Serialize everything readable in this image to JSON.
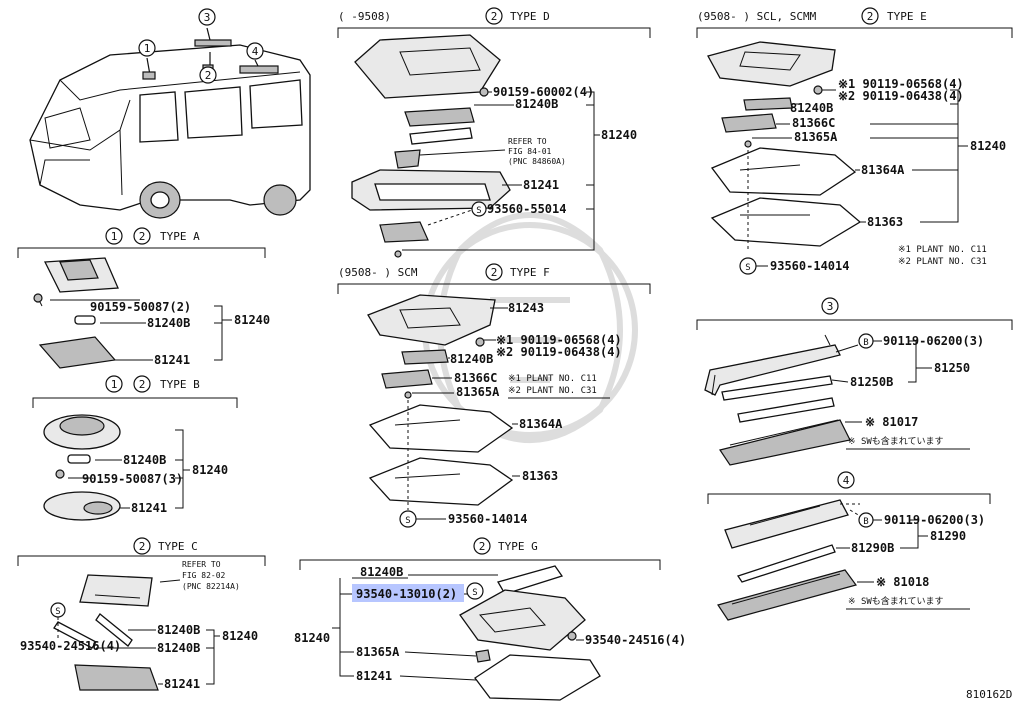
{
  "footer_code": "810162D",
  "markers": {
    "one": "1",
    "two": "2",
    "three": "3",
    "four": "4",
    "s": "S",
    "b": "B"
  },
  "vehicle": {
    "callouts": [
      "1",
      "2",
      "3",
      "4"
    ]
  },
  "type_a": {
    "title": "TYPE A",
    "labels": [
      "90159-50087(2)",
      "81240B",
      "81241",
      "81240"
    ]
  },
  "type_b": {
    "title": "TYPE B",
    "labels": [
      "81240B",
      "90159-50087(3)",
      "81241",
      "81240"
    ]
  },
  "type_c": {
    "title": "TYPE C",
    "refer": [
      "REFER TO",
      "FIG 82-02",
      "(PNC 82214A)"
    ],
    "labels": [
      "93540-24516(4)",
      "81240B",
      "81240B",
      "81241",
      "81240"
    ]
  },
  "type_d": {
    "range": "(      -9508)",
    "title": "TYPE D",
    "refer": [
      "REFER TO",
      "FIG 84-01",
      "(PNC 84860A)"
    ],
    "labels": [
      "90159-60002(4)",
      "81240B",
      "81241",
      "93560-55014",
      "81240"
    ]
  },
  "type_e": {
    "range": "(9508-      ) SCL, SCMM",
    "title": "TYPE E",
    "labels": [
      "※1 90119-06568(4)",
      "※2 90119-06438(4)",
      "81240B",
      "81366C",
      "81365A",
      "81364A",
      "81363",
      "93560-14014",
      "81240"
    ],
    "notes": [
      "※1 PLANT NO. C11",
      "※2 PLANT NO. C31"
    ]
  },
  "type_f": {
    "range": "(9508-      ) SCM",
    "title": "TYPE F",
    "labels": [
      "81243",
      "※1 90119-06568(4)",
      "※2 90119-06438(4)",
      "81240B",
      "81366C",
      "81365A",
      "81364A",
      "81363",
      "93560-14014"
    ],
    "notes": [
      "※1 PLANT NO. C11",
      "※2 PLANT NO. C31"
    ]
  },
  "type_g": {
    "title": "TYPE G",
    "labels": [
      "81240B",
      "93540-13010(2)",
      "93540-24516(4)",
      "81365A",
      "81241",
      "81240"
    ]
  },
  "section_3": {
    "labels": [
      "90119-06200(3)",
      "81250B",
      "※ 81017",
      "※ SWも含まれています",
      "81250"
    ]
  },
  "section_4": {
    "labels": [
      "90119-06200(3)",
      "81290B",
      "※ 81018",
      "※ SWも含まれています",
      "81290"
    ]
  }
}
